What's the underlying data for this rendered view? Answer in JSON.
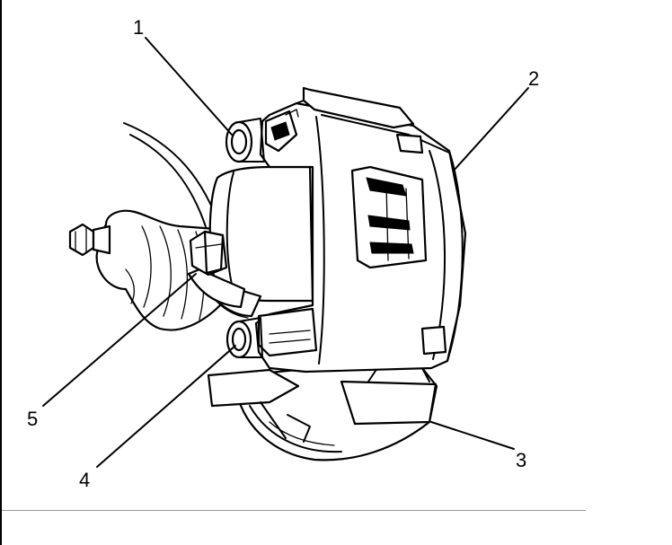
{
  "callouts": [
    {
      "id": "1",
      "label": "1"
    },
    {
      "id": "2",
      "label": "2"
    },
    {
      "id": "3",
      "label": "3"
    },
    {
      "id": "4",
      "label": "4"
    },
    {
      "id": "5",
      "label": "5"
    }
  ],
  "colors": {
    "line": "#000000",
    "background": "#ffffff",
    "divider": "#9a9a9a"
  }
}
